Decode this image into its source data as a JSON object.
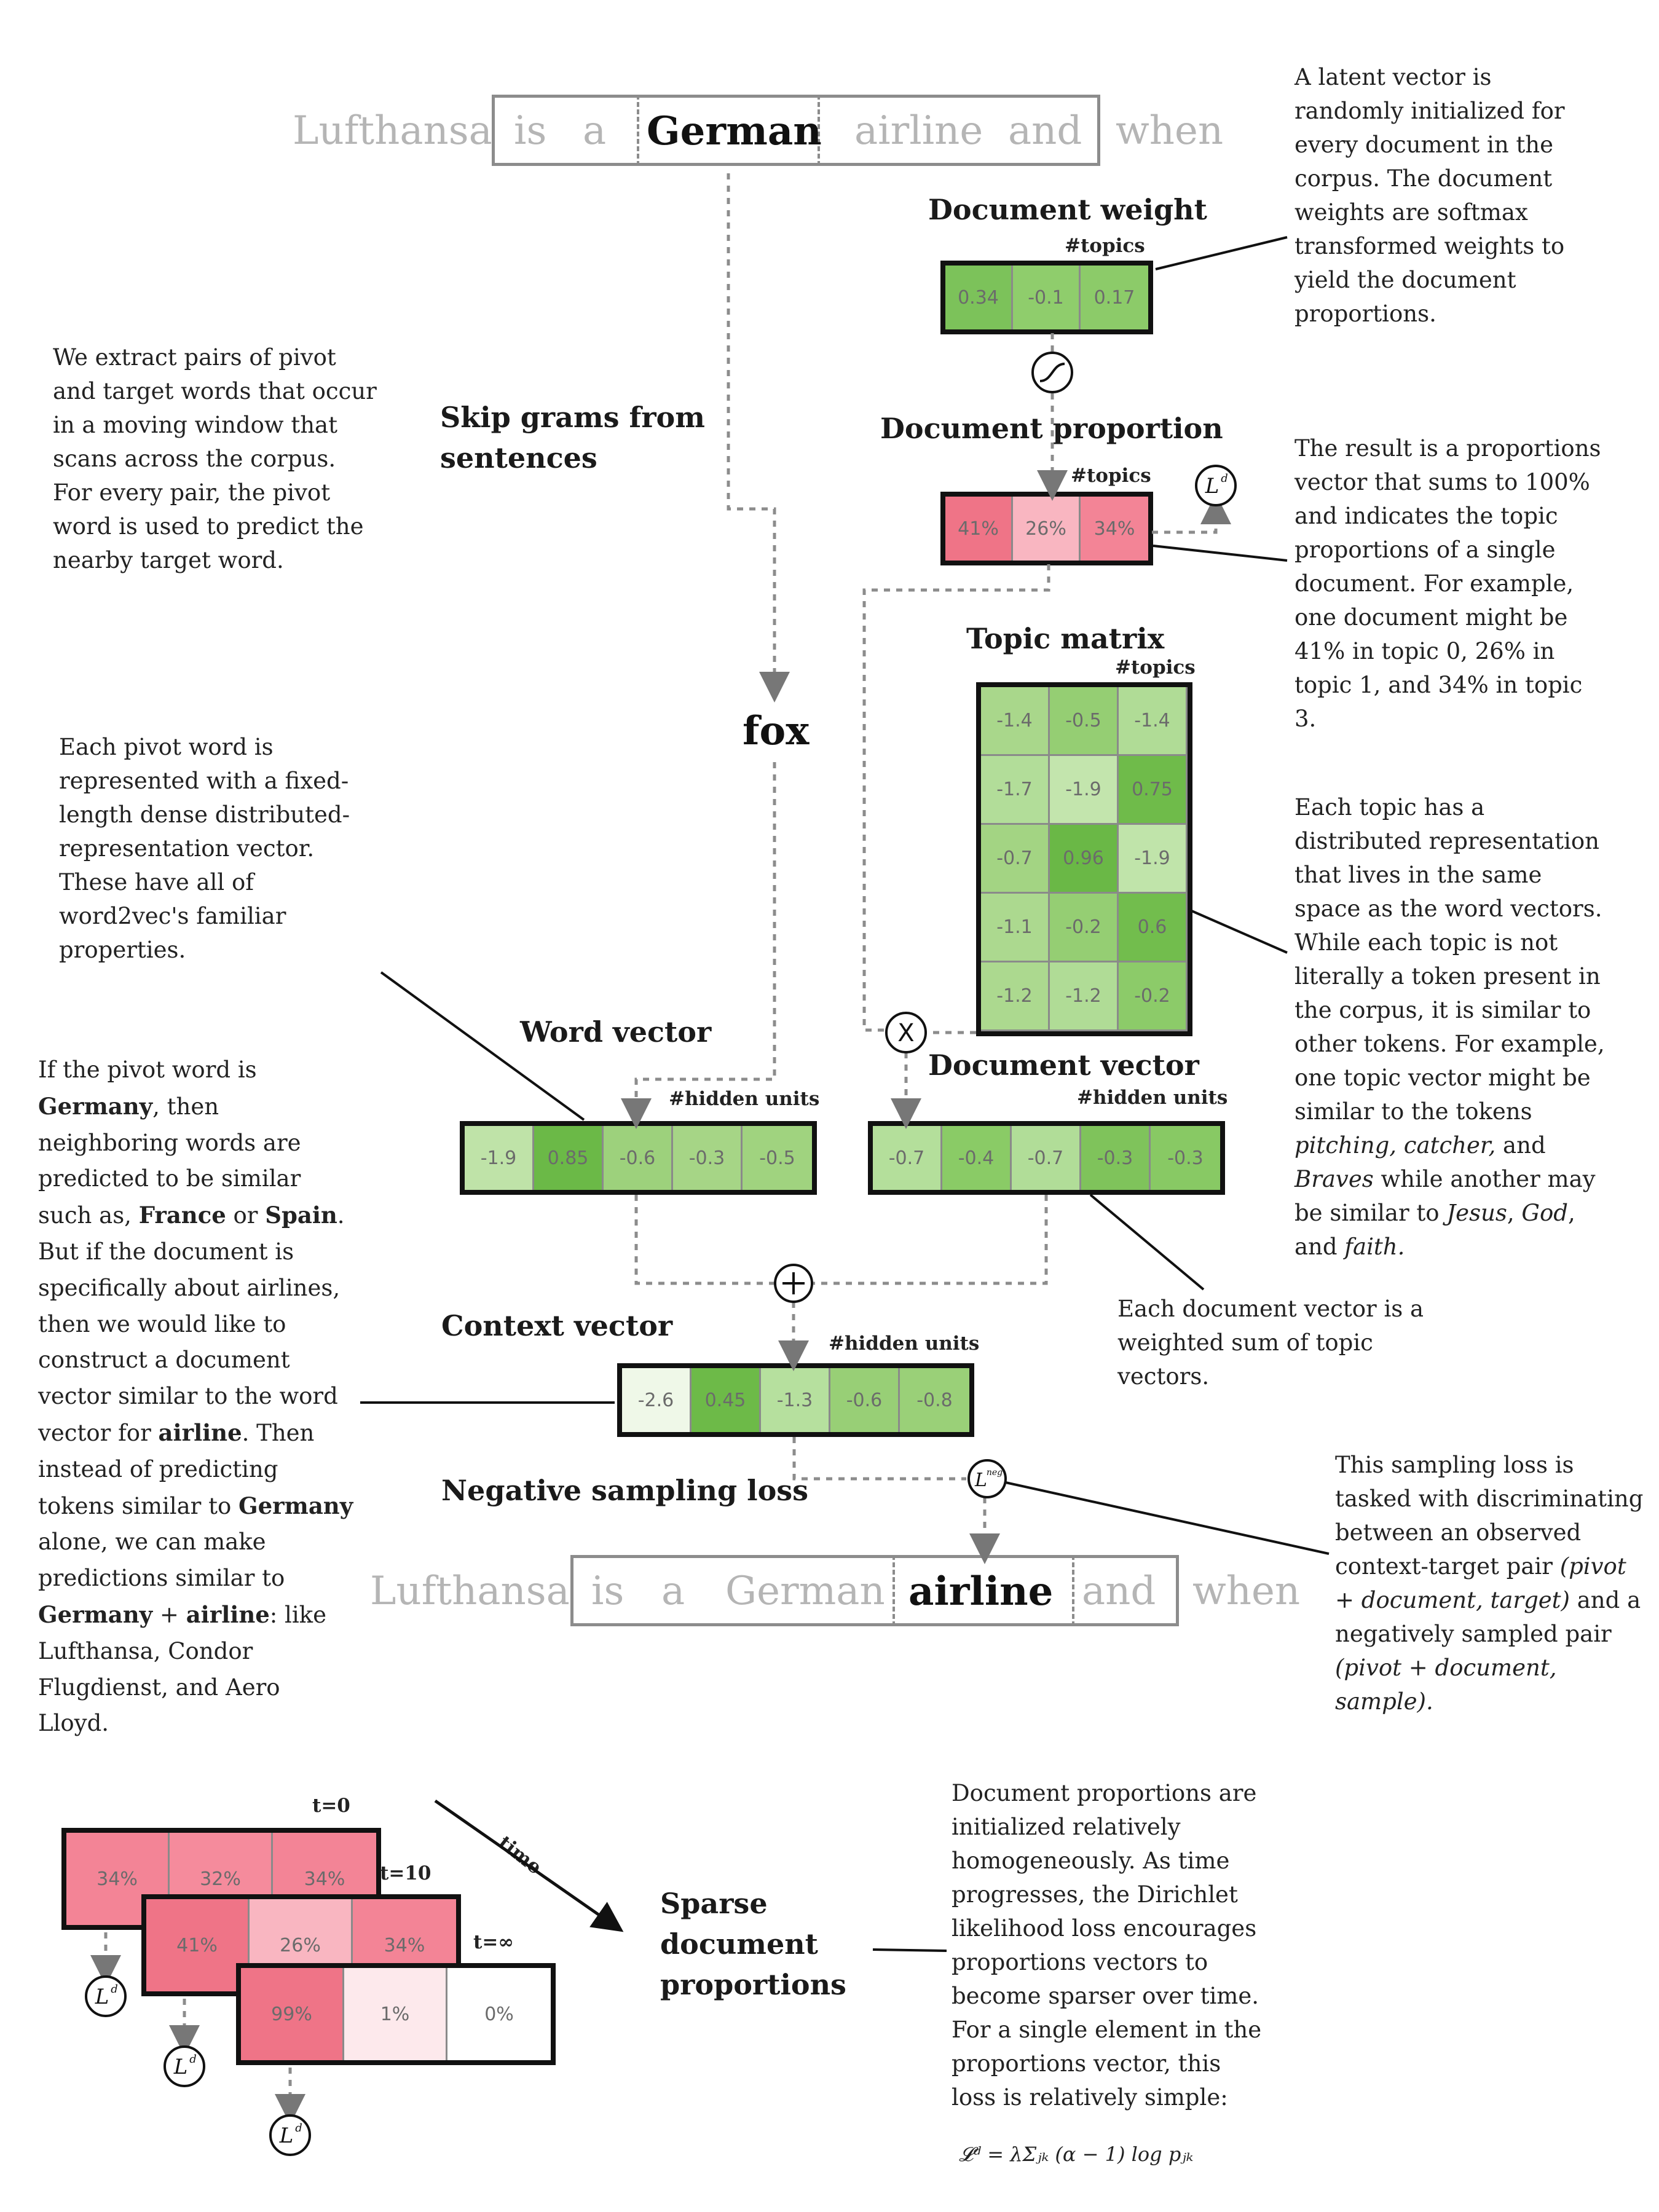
{
  "top_sentence": {
    "words": [
      "Lufthansa",
      "is",
      "a",
      "German",
      "airline",
      "and",
      "when"
    ],
    "highlighted": "German"
  },
  "bottom_sentence": {
    "words": [
      "Lufthansa",
      "is",
      "a",
      "German",
      "airline",
      "and",
      "when"
    ],
    "highlighted": "airline"
  },
  "labels": {
    "document_weight": "Document weight",
    "document_proportion": "Document proportion",
    "topic_matrix": "Topic matrix",
    "document_vector": "Document vector",
    "word_vector": "Word vector",
    "context_vector": "Context vector",
    "negative_sampling_loss": "Negative sampling loss",
    "skip_grams": "Skip grams from sentences",
    "pivot_word": "fox",
    "sparse": "Sparse document proportions",
    "topics": "#topics",
    "hidden_units": "#hidden units",
    "time": "time"
  },
  "vectors": {
    "document_weight": [
      {
        "v": "0.34",
        "c": "#7cc25a"
      },
      {
        "v": "-0.1",
        "c": "#8fcd6c"
      },
      {
        "v": "0.17",
        "c": "#8ccb69"
      }
    ],
    "document_proportion": [
      {
        "v": "41%",
        "c": "#ef7487"
      },
      {
        "v": "26%",
        "c": "#f9b6c1"
      },
      {
        "v": "34%",
        "c": "#f38496"
      }
    ],
    "word_vector": [
      {
        "v": "-1.9",
        "c": "#bfe3a8"
      },
      {
        "v": "0.85",
        "c": "#6bb947"
      },
      {
        "v": "-0.6",
        "c": "#9dd17c"
      },
      {
        "v": "-0.3",
        "c": "#a6d586"
      },
      {
        "v": "-0.5",
        "c": "#a0d37f"
      }
    ],
    "document_vector": [
      {
        "v": "-0.7",
        "c": "#b4df9b"
      },
      {
        "v": "-0.4",
        "c": "#8acb66"
      },
      {
        "v": "-0.7",
        "c": "#b1dd98"
      },
      {
        "v": "-0.3",
        "c": "#7fc35b"
      },
      {
        "v": "-0.3",
        "c": "#88c964"
      }
    ],
    "context_vector": [
      {
        "v": "-2.6",
        "c": "#eff8e8"
      },
      {
        "v": "0.45",
        "c": "#6dba48"
      },
      {
        "v": "-1.3",
        "c": "#b6e09e"
      },
      {
        "v": "-0.6",
        "c": "#98cf76"
      },
      {
        "v": "-0.8",
        "c": "#9ad078"
      }
    ]
  },
  "topic_matrix": [
    [
      {
        "v": "-1.4",
        "c": "#a9d78b"
      },
      {
        "v": "-0.5",
        "c": "#95ce73"
      },
      {
        "v": "-1.4",
        "c": "#b0dc96"
      }
    ],
    [
      {
        "v": "-1.7",
        "c": "#b2dd99"
      },
      {
        "v": "-1.9",
        "c": "#c3e5ad"
      },
      {
        "v": "0.75",
        "c": "#6fbb4a"
      }
    ],
    [
      {
        "v": "-0.7",
        "c": "#a3d483"
      },
      {
        "v": "0.96",
        "c": "#6ab846"
      },
      {
        "v": "-1.9",
        "c": "#c0e4aa"
      }
    ],
    [
      {
        "v": "-1.1",
        "c": "#acd98f"
      },
      {
        "v": "-0.2",
        "c": "#95ce73"
      },
      {
        "v": "0.6",
        "c": "#72bd4d"
      }
    ],
    [
      {
        "v": "-1.2",
        "c": "#acd98f"
      },
      {
        "v": "-1.2",
        "c": "#b0dc96"
      },
      {
        "v": "-0.2",
        "c": "#8ccb69"
      }
    ]
  ],
  "time_steps": [
    {
      "label": "t=0",
      "cells": [
        {
          "v": "34%",
          "c": "#f38496"
        },
        {
          "v": "32%",
          "c": "#f58b9c"
        },
        {
          "v": "34%",
          "c": "#f38496"
        }
      ]
    },
    {
      "label": "t=10",
      "cells": [
        {
          "v": "41%",
          "c": "#ef7487"
        },
        {
          "v": "26%",
          "c": "#f9b6c1"
        },
        {
          "v": "34%",
          "c": "#f38496"
        }
      ]
    },
    {
      "label": "t=∞",
      "cells": [
        {
          "v": "99%",
          "c": "#ef7487"
        },
        {
          "v": "1%",
          "c": "#fde9ec"
        },
        {
          "v": "0%",
          "c": "#ffffff"
        }
      ]
    }
  ],
  "notes": {
    "latent": "A latent vector is randomly initialized for every document in the corpus. The document weights are softmax transformed weights to yield the document proportions.",
    "result": "The result is a proportions vector that sums to 100% and indicates the topic proportions of a single document. For example, one document might be 41% in topic 0, 26% in topic 1, and 34% in topic 3.",
    "topic": "Each topic has a distributed representation that lives in the same space as the word vectors. While each topic is not literally a token present in the corpus, it is similar to other tokens. For example, one topic vector might be similar to the tokens pitching, catcher, and Braves while another may be similar to Jesus, God, and faith.",
    "extract": "We extract pairs of pivot and target words that occur  in a moving window that scans across the corpus. For every pair, the pivot word is used to predict the nearby target word.",
    "pivot": "Each pivot word is represented with a fixed-length dense distributed-representation vector. These have all of word2vec's familiar properties.",
    "germany": "If the pivot word is Germany, then neighboring words are predicted to be similar such as, France or Spain. But if the document is specifically about airlines, then we would like to construct a document vector similar to the word vector for airline. Then instead of predicting tokens similar to Germany alone, we can make predictions similar to Germany + airline: like Lufthansa, Condor Flugdienst, and Aero Lloyd.",
    "docvec": "Each document vector is a weighted sum of topic vectors.",
    "sampling": "This sampling loss is tasked with discriminating between an observed context-target pair (pivot + document, target) and a negatively sampled pair (pivot + document, sample).",
    "dirichlet": "Document proportions are initialized relatively homogeneously. As time progresses, the Dirichlet likelihood loss encourages proportions vectors to become sparser over time. For a single element in the proportions vector, this loss is relatively simple:"
  },
  "formula": "𝓛ᵈ = λΣⱼₖ (α − 1) log pⱼₖ",
  "colors": {
    "green_dark": "#6ab846",
    "green_light": "#c3e5ad",
    "pink_dark": "#ef7487",
    "pink_light": "#fde9ec",
    "border": "#111111",
    "dashed": "#8c8c8c"
  },
  "icons": {
    "softmax": "sigmoid-icon",
    "plus": "plus-icon",
    "multiply": "multiply-icon",
    "loss_d": "dirichlet-loss-icon",
    "loss_neg": "negative-loss-icon"
  }
}
